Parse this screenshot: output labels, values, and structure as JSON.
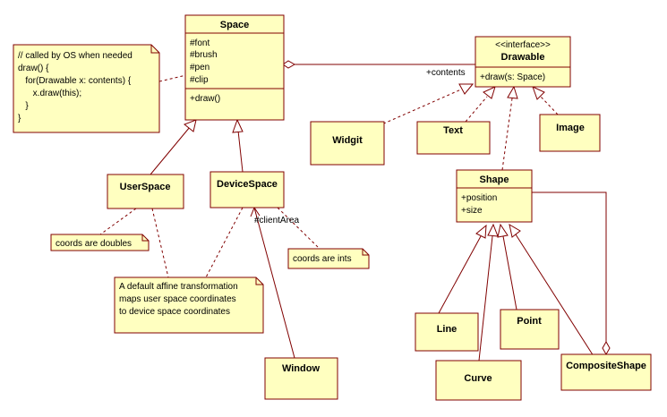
{
  "colors": {
    "box_fill": "#ffffc0",
    "stroke": "#800000",
    "note_fill": "#ffffc0"
  },
  "classes": {
    "space": {
      "name": "Space",
      "attributes": [
        "#font",
        "#brush",
        "#pen",
        "#clip"
      ],
      "operations": [
        "+draw()"
      ]
    },
    "drawable": {
      "stereotype": "<<interface>>",
      "name": "Drawable",
      "operations": [
        "+draw(s: Space)"
      ]
    },
    "widgit": {
      "name": "Widgit"
    },
    "text": {
      "name": "Text"
    },
    "image": {
      "name": "Image"
    },
    "shape": {
      "name": "Shape",
      "attributes": [
        "+position",
        "+size"
      ]
    },
    "userspace": {
      "name": "UserSpace"
    },
    "devicespace": {
      "name": "DeviceSpace"
    },
    "window": {
      "name": "Window"
    },
    "line": {
      "name": "Line"
    },
    "curve": {
      "name": "Curve"
    },
    "point": {
      "name": "Point"
    },
    "compositeshape": {
      "name": "CompositeShape"
    }
  },
  "notes": {
    "draw_note": [
      "// called by OS when needed",
      "draw() {",
      "   for(Drawable x: contents) {",
      "      x.draw(this);",
      "   }",
      "}"
    ],
    "doubles_note": [
      "coords are doubles"
    ],
    "ints_note": [
      "coords are ints"
    ],
    "affine_note": [
      "A default affine transformation",
      "maps user space coordinates",
      "to device space coordinates"
    ]
  },
  "labels": {
    "contents": "+contents",
    "client_area": "#clientArea"
  }
}
